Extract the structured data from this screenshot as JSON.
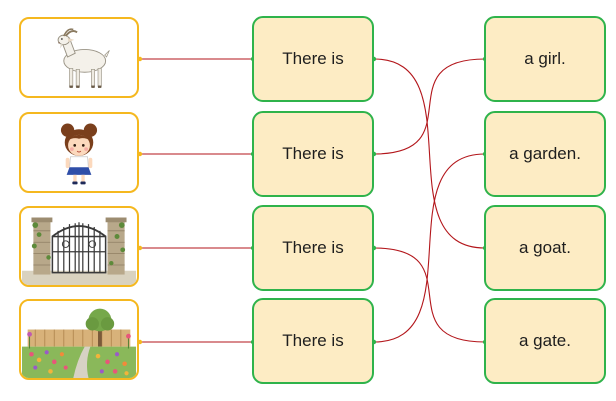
{
  "pictures": [
    {
      "icon": "goat-icon"
    },
    {
      "icon": "girl-icon"
    },
    {
      "icon": "gate-icon"
    },
    {
      "icon": "garden-icon"
    }
  ],
  "middle": [
    {
      "label": "There is"
    },
    {
      "label": "There is"
    },
    {
      "label": "There is"
    },
    {
      "label": "There is"
    }
  ],
  "right": [
    {
      "label": "a girl."
    },
    {
      "label": "a garden."
    },
    {
      "label": "a goat."
    },
    {
      "label": "a gate."
    }
  ],
  "matches": [
    {
      "picture": 0,
      "phrase": 2
    },
    {
      "picture": 1,
      "phrase": 0
    },
    {
      "picture": 2,
      "phrase": 3
    },
    {
      "picture": 3,
      "phrase": 1
    }
  ],
  "colors": {
    "picture_border": "#f5b81f",
    "card_border": "#2fb34b",
    "card_fill": "#fdecc4",
    "line": "#b3161b"
  }
}
